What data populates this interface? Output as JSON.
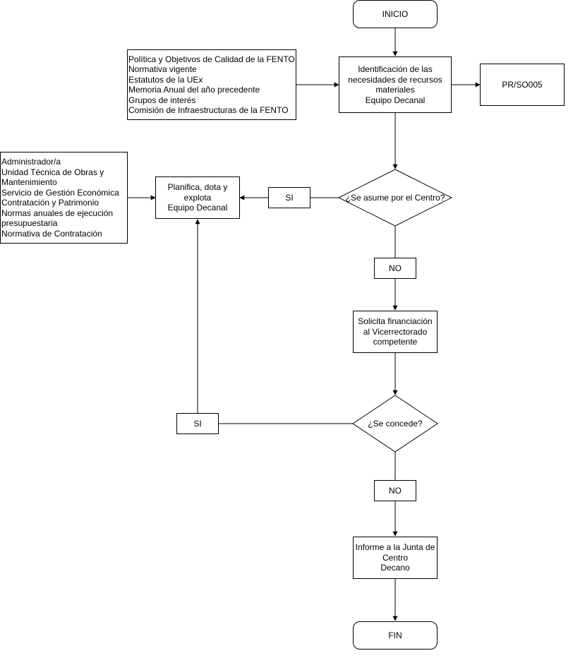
{
  "nodes": {
    "inicio": {
      "label": "INICIO"
    },
    "inputs_top": {
      "lines": [
        "Política y Objetivos de Calidad de la FENTO",
        "Normativa vigente",
        "Estatutos de la UEx",
        "Memoria Anual del año precedente",
        "Grupos de interés",
        "Comisión de Infraestructuras de la FENTO"
      ]
    },
    "identificacion": {
      "lines": [
        "Identificación de las",
        "necesidades de recursos",
        "materiales",
        "Equipo Decanal"
      ]
    },
    "pr_so005": {
      "label": "PR/SO005"
    },
    "inputs_left": {
      "lines": [
        "Administrador/a",
        "Unidad Técnica de Obras y Mantenimiento",
        "Servicio de Gestión Económica",
        "Contratación y Patrimonio",
        "Normas anuales de ejecución presupuestaria",
        "Normativa de Contratación"
      ]
    },
    "planifica": {
      "lines": [
        "Planifica, dota y",
        "explota",
        "Equipo Decanal"
      ]
    },
    "decision_centro": {
      "label": "¿Se asume por el Centro?"
    },
    "si_1": {
      "label": "SI"
    },
    "no_1": {
      "label": "NO"
    },
    "solicita": {
      "lines": [
        "Solicita financiación",
        "al Vicerrectorado",
        "competente"
      ]
    },
    "decision_concede": {
      "label": "¿Se concede?"
    },
    "si_2": {
      "label": "SI"
    },
    "no_2": {
      "label": "NO"
    },
    "informe": {
      "lines": [
        "Informe a la Junta de",
        "Centro",
        "Decano"
      ]
    },
    "fin": {
      "label": "FIN"
    }
  }
}
